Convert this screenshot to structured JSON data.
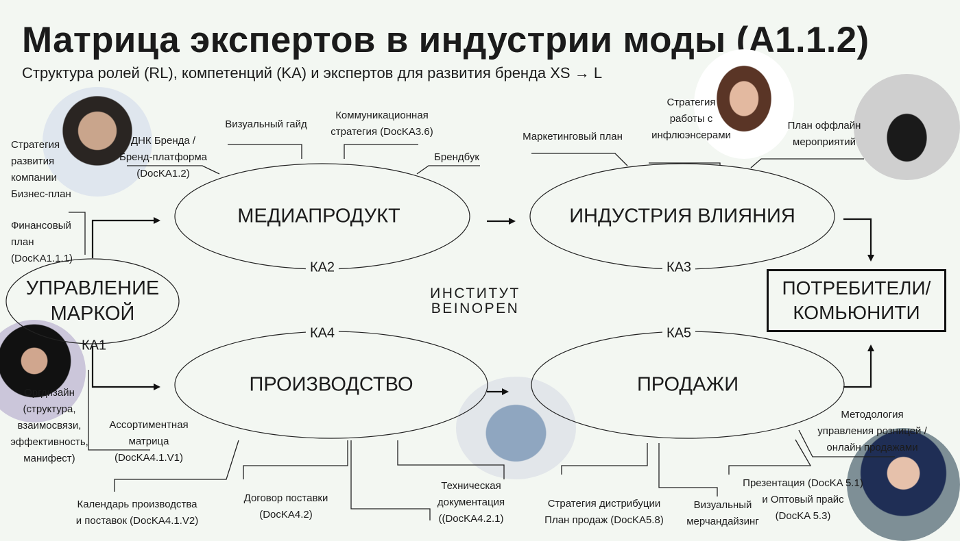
{
  "header": {
    "title": "Матрица экспертов в индустрии моды (А1.1.2)",
    "subtitle": "Структура ролей (RL), компетенций (KA) и экспертов для развития бренда XS → L"
  },
  "nodes": {
    "brand": "УПРАВЛЕНИЕ\nМАРКОЙ",
    "media": "МЕДИАПРОДУКТ",
    "influence": "ИНДУСТРИЯ ВЛИЯНИЯ",
    "production": "ПРОИЗВОДСТВО",
    "sales": "ПРОДАЖИ",
    "consumers": "ПОТРЕБИТЕЛИ/\nКОМЬЮНИТИ"
  },
  "competencies": {
    "ka1": "КА1",
    "ka2": "КА2",
    "ka3": "КА3",
    "ka4": "КА4",
    "ka5": "КА5"
  },
  "logo": "ИНСТИТУТ\nBEINOPEN",
  "documents": {
    "strategy": "Стратегия\nразвития\nкомпании\nБизнес-план",
    "dna": "ДНК Бренда /\nБренд-платформа\n(DocKA1.2)",
    "visual_guide": "Визуальный гайд",
    "comm_strategy": "Коммуникационная\nстратегия (DocKA3.6)",
    "brandbook": "Брендбук",
    "finance": "Финансовый\nплан\n(DocKA1.1.1)",
    "marketing": "Маркетинговый план",
    "influencers": "Стратегия\nработы с\nинфлюэнсерами",
    "offline": "План оффлайн\nмероприятий",
    "orgdesign": "Оргдизайн\n(структура,\nвзаимосвязи,\nэффективность,\nманифест)",
    "assortment": "Ассортиментная\nматрица\n(DocKA4.1.V1)",
    "calendar": "Календарь производства\nи поставок (DocKA4.1.V2)",
    "supply": "Договор поставки\n(DocKA4.2)",
    "techdoc": "Техническая\nдокументация\n((DocKA4.2.1)",
    "distribution": "Стратегия дистрибуции\nПлан продаж (DocKA5.8)",
    "merch": "Визуальный\nмерчандайзинг",
    "presentation": "Презентация (DocKA 5.1)\nи Оптовый прайс\n(DocKA 5.3)",
    "retail": "Методология\nуправления розницей /\nонлайн продажами"
  }
}
